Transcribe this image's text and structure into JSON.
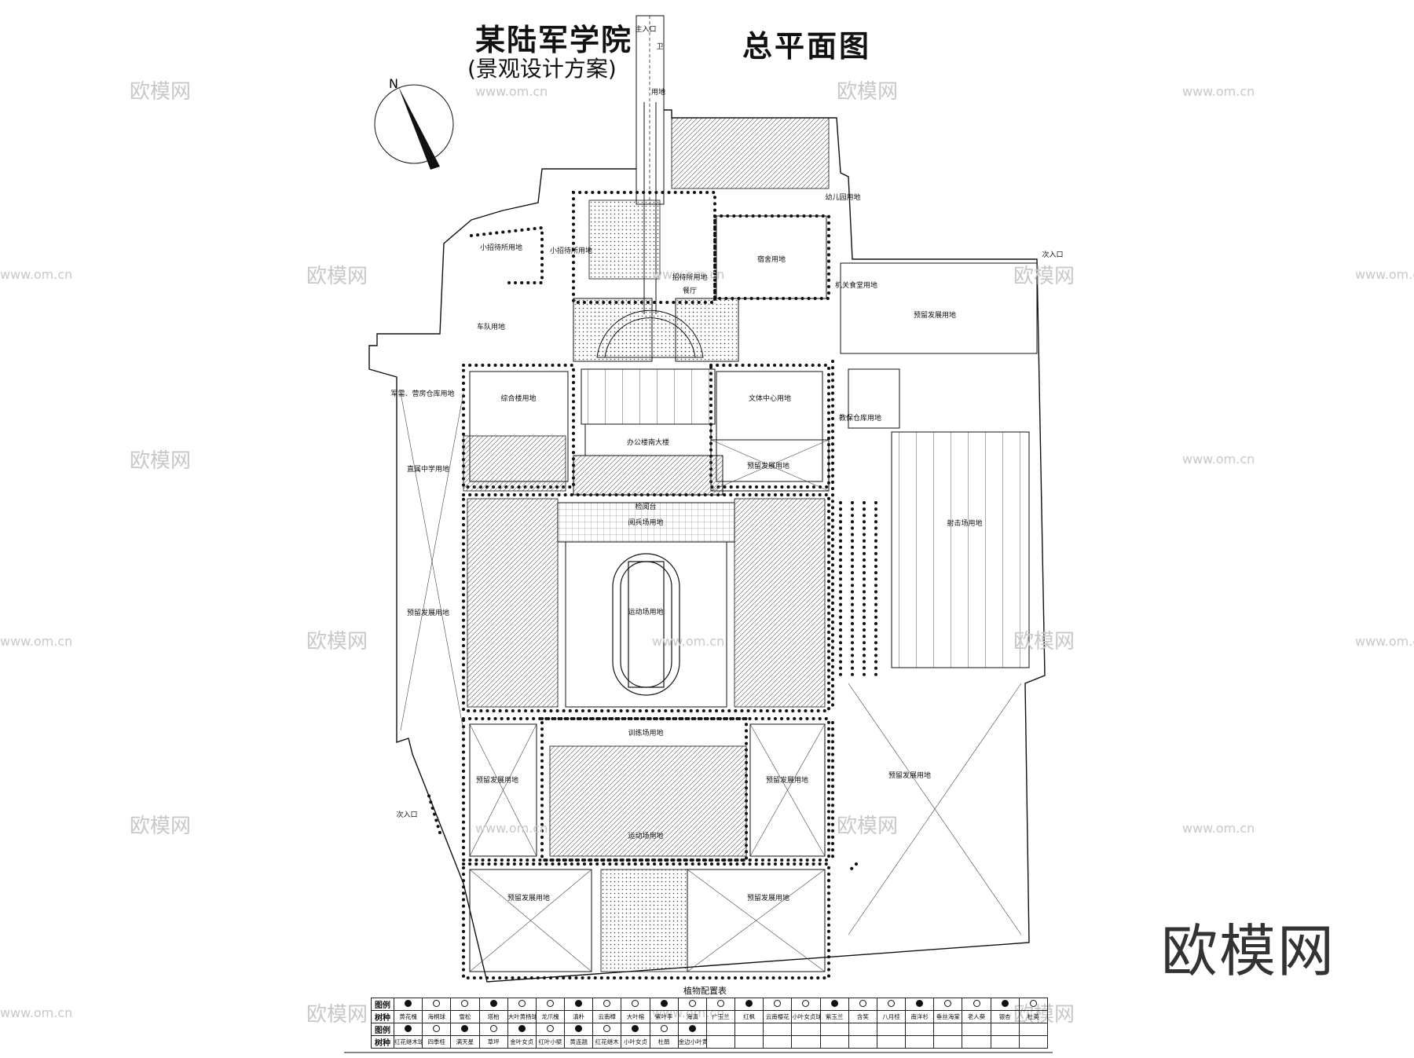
{
  "header": {
    "title": "某陆军学院",
    "subtitle": "(景观设计方案)",
    "plan_title": "总平面图"
  },
  "compass": {
    "north_label": "N"
  },
  "zones": {
    "small_guest_left": "小招待所用地",
    "small_guest_mid": "小招待所用地",
    "dorm": "宿舍用地",
    "reception": "招待所用地",
    "hall": "餐厅",
    "canteen": "机关食堂用地",
    "kindergarten": "幼儿园用地",
    "motor_pool": "车队用地",
    "reserve_east_top": "预留发展用地",
    "warehouse": "军需、营房仓库用地",
    "complex": "综合楼用地",
    "culture": "文体中心用地",
    "office": "办公楼南大楼",
    "storage": "教保仓库用地",
    "school": "直属中学用地",
    "reserve_mid": "预留发展用地",
    "reviewing": "检阅台",
    "parade": "阅兵场用地",
    "shooting": "射击场用地",
    "sports_main": "运动场用地",
    "reserve_west": "预留发展用地",
    "training": "训练场用地",
    "reserve_sw": "预留发展用地",
    "reserve_se": "预留发展用地",
    "reserve_east_low": "预留发展用地",
    "sports_small": "运动场用地",
    "reserve_bl": "预留发展用地",
    "reserve_br": "预留发展用地",
    "main_entry": "主入口",
    "guard": "卫",
    "use_land": "用地",
    "side_entry_e": "次入口",
    "side_entry_w": "次入口"
  },
  "legend": {
    "title": "植物配置表",
    "row_label_symbol": "图例",
    "row_label_species": "树种",
    "species_row1": [
      "黄花槐",
      "海桐球",
      "雪松",
      "塔柏",
      "大叶黄杨球",
      "龙爪槐",
      "滇朴",
      "云南樟",
      "大叶榕",
      "紫叶李",
      "海滇",
      "广玉兰",
      "红枫",
      "云南樱花",
      "小叶女贞球",
      "紫玉兰",
      "含笑",
      "八月桂",
      "南洋杉",
      "垂丝海棠",
      "老人葵",
      "银杏",
      "杜英"
    ],
    "species_row2": [
      "红花继木球",
      "四季桂",
      "满天星",
      "草坪",
      "金叶女贞",
      "红叶小檗",
      "黄连翘",
      "红花继木",
      "小叶女贞",
      "杜鹃",
      "金边小叶黄"
    ]
  },
  "watermark": "欧模网",
  "watermark_url": "www.om.cn"
}
